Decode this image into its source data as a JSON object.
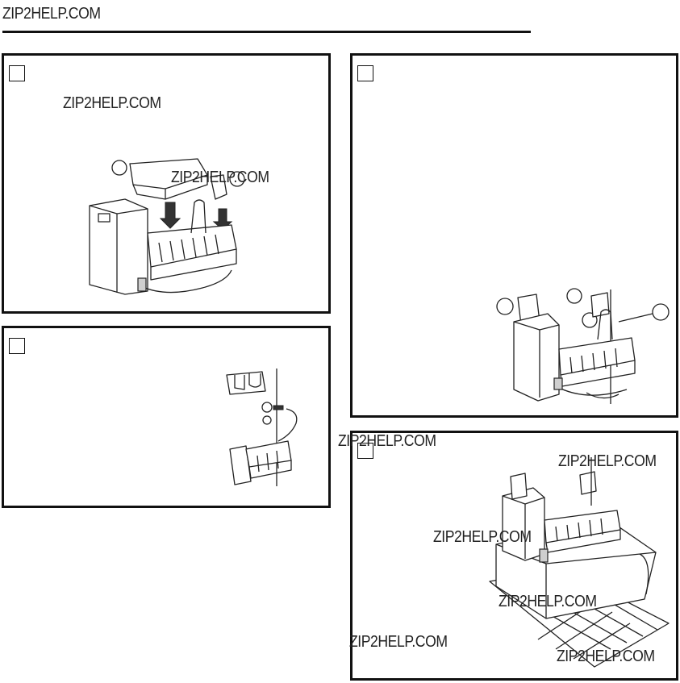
{
  "header": {
    "watermark": "ZIP2HELP.COM"
  },
  "watermarks": {
    "panel1": "ZIP2HELP.COM",
    "panel1_figure": "ZIP2HELP.COM",
    "between_panels": "ZIP2HELP.COM",
    "panel4_top": "ZIP2HELP.COM",
    "panel4_mid": "ZIP2HELP.COM",
    "panel4_lower": "ZIP2HELP.COM",
    "panel4_left": "ZIP2HELP.COM",
    "panel4_bottom": "ZIP2HELP.COM"
  },
  "icons": {
    "figure1": "icemaker-assembly-with-cover-icon",
    "figure2": "icemaker-mounting-bracket-icon",
    "figure3": "icemaker-installation-icon",
    "figure4": "icemaker-with-bin-icon"
  },
  "colors": {
    "ink": "#111111",
    "background": "#ffffff"
  }
}
